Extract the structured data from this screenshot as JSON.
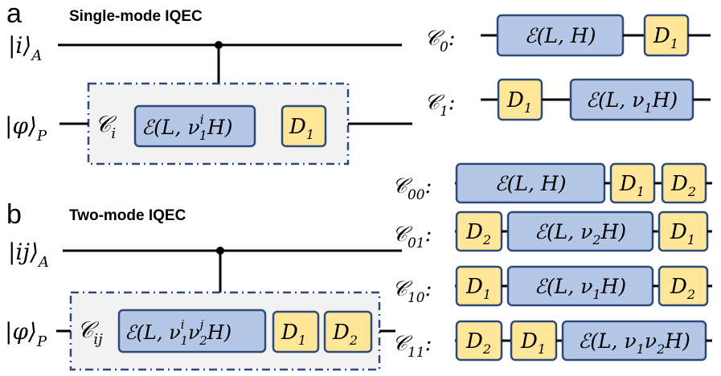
{
  "panel_a": {
    "letter": "a",
    "title": "Single-mode IQEC",
    "ancilla_ket": "|i⟩",
    "ancilla_sub": "A",
    "probe_ket": "|φ⟩",
    "probe_sub": "P",
    "block_label": "𝒞",
    "block_sub": "i",
    "channel": {
      "main": "ℰ(L, ν",
      "sub": "1",
      "sup": "i",
      "tail": "H)"
    },
    "d1": {
      "main": "D",
      "sub": "1"
    }
  },
  "panel_b": {
    "letter": "b",
    "title": "Two-mode IQEC",
    "ancilla_ket": "|ij⟩",
    "ancilla_sub": "A",
    "probe_ket": "|φ⟩",
    "probe_sub": "P",
    "block_label": "𝒞",
    "block_sub": "ij",
    "channel": {
      "main": "ℰ(L, ν",
      "sub1": "1",
      "sup1": "i",
      "mid": "ν",
      "sub2": "2",
      "sup2": "j",
      "tail": "H)"
    },
    "d1": {
      "main": "D",
      "sub": "1"
    },
    "d2": {
      "main": "D",
      "sub": "2"
    }
  },
  "circuits": [
    {
      "label": "𝒞",
      "sub": "0",
      "gates": [
        {
          "kind": "channel",
          "text": "ℰ(L, H)"
        },
        {
          "kind": "d",
          "main": "D",
          "sub": "1"
        }
      ]
    },
    {
      "label": "𝒞",
      "sub": "1",
      "gates": [
        {
          "kind": "d",
          "main": "D",
          "sub": "1"
        },
        {
          "kind": "channel",
          "text": "ℰ(L, ν",
          "sub": "1",
          "tail": "H)"
        }
      ]
    },
    {
      "label": "𝒞",
      "sub": "00",
      "gates": [
        {
          "kind": "channel",
          "text": "ℰ(L, H)"
        },
        {
          "kind": "d",
          "main": "D",
          "sub": "1"
        },
        {
          "kind": "d",
          "main": "D",
          "sub": "2"
        }
      ]
    },
    {
      "label": "𝒞",
      "sub": "01",
      "gates": [
        {
          "kind": "d",
          "main": "D",
          "sub": "2"
        },
        {
          "kind": "channel",
          "text": "ℰ(L, ν",
          "sub": "2",
          "tail": "H)"
        },
        {
          "kind": "d",
          "main": "D",
          "sub": "1"
        }
      ]
    },
    {
      "label": "𝒞",
      "sub": "10",
      "gates": [
        {
          "kind": "d",
          "main": "D",
          "sub": "1"
        },
        {
          "kind": "channel",
          "text": "ℰ(L, ν",
          "sub": "1",
          "tail": "H)"
        },
        {
          "kind": "d",
          "main": "D",
          "sub": "2"
        }
      ]
    },
    {
      "label": "𝒞",
      "sub": "11",
      "gates": [
        {
          "kind": "d",
          "main": "D",
          "sub": "2"
        },
        {
          "kind": "d",
          "main": "D",
          "sub": "1"
        },
        {
          "kind": "channel",
          "text": "ℰ(L, ν",
          "sub": "1",
          "mid": "ν",
          "sub2": "2",
          "tail": "H)"
        }
      ]
    }
  ],
  "colors": {
    "channel_fill": "#b4c7e7",
    "d_fill": "#ffe699",
    "outline": "#2f4a78",
    "block_fill": "#f2f2f2"
  }
}
